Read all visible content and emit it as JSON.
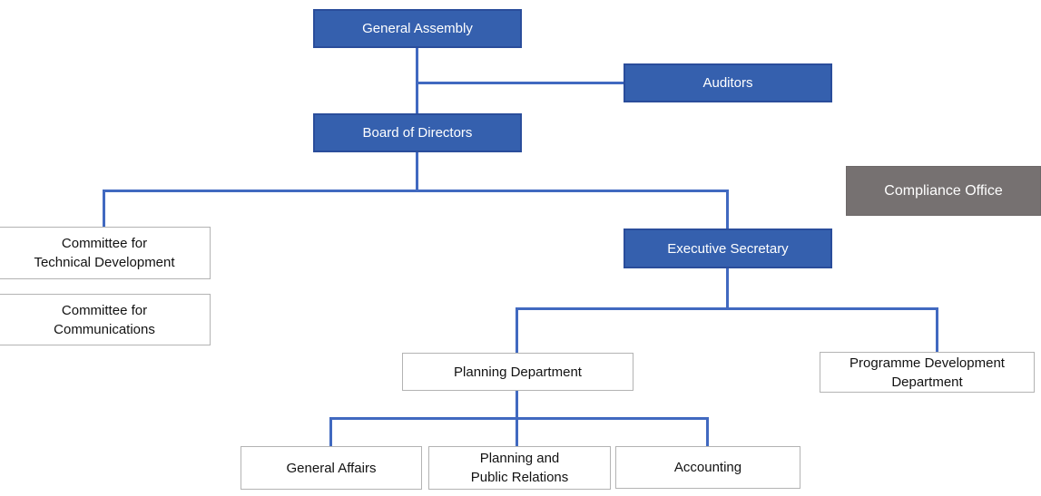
{
  "colors": {
    "page_bg": "#ffffff",
    "node_blue_fill": "#3560ae",
    "node_blue_border": "#2a4d9b",
    "node_gray_fill": "#767171",
    "node_gray_border": "#6d6868",
    "node_white_fill": "#ffffff",
    "node_white_border": "#b3b3b3",
    "connector_blue": "#4169c0",
    "text_light": "#ffffff",
    "text_dark": "#121212"
  },
  "nodes": {
    "general_assembly": {
      "label": "General Assembly",
      "type": "blue"
    },
    "auditors": {
      "label": "Auditors",
      "type": "blue"
    },
    "board_of_directors": {
      "label": "Board of Directors",
      "type": "blue"
    },
    "compliance_office": {
      "label": "Compliance Office",
      "type": "gray"
    },
    "committee_technical": {
      "label": "Committee for\nTechnical Development",
      "type": "white"
    },
    "committee_communications": {
      "label": "Committee for\nCommunications",
      "type": "white"
    },
    "executive_secretary": {
      "label": "Executive Secretary",
      "type": "blue"
    },
    "planning_department": {
      "label": "Planning Department",
      "type": "white"
    },
    "programme_development": {
      "label": "Programme Development\nDepartment",
      "type": "white"
    },
    "general_affairs": {
      "label": "General Affairs",
      "type": "white"
    },
    "planning_public_relations": {
      "label": "Planning and\nPublic Relations",
      "type": "white"
    },
    "accounting": {
      "label": "Accounting",
      "type": "white"
    }
  },
  "edges": [
    {
      "from": "general_assembly",
      "to": "auditors"
    },
    {
      "from": "general_assembly",
      "to": "board_of_directors"
    },
    {
      "from": "board_of_directors",
      "to": "committee_technical"
    },
    {
      "from": "board_of_directors",
      "to": "executive_secretary"
    },
    {
      "from": "executive_secretary",
      "to": "planning_department"
    },
    {
      "from": "executive_secretary",
      "to": "programme_development"
    },
    {
      "from": "planning_department",
      "to": "general_affairs"
    },
    {
      "from": "planning_department",
      "to": "planning_public_relations"
    },
    {
      "from": "planning_department",
      "to": "accounting"
    }
  ]
}
